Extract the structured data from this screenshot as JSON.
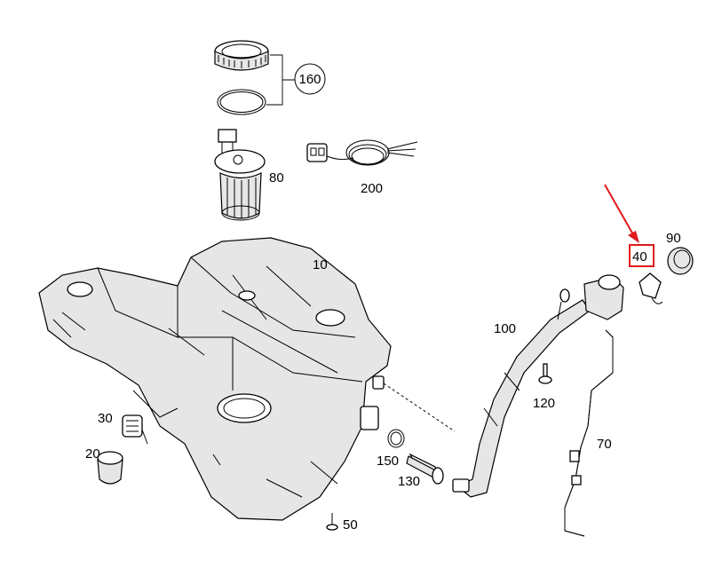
{
  "callouts": [
    {
      "id": "160",
      "text": "160"
    },
    {
      "id": "80",
      "text": "80"
    },
    {
      "id": "200",
      "text": "200"
    },
    {
      "id": "10",
      "text": "10"
    },
    {
      "id": "90",
      "text": "90"
    },
    {
      "id": "40",
      "text": "40"
    },
    {
      "id": "100",
      "text": "100"
    },
    {
      "id": "120",
      "text": "120"
    },
    {
      "id": "70",
      "text": "70"
    },
    {
      "id": "30",
      "text": "30"
    },
    {
      "id": "20",
      "text": "20"
    },
    {
      "id": "150",
      "text": "150"
    },
    {
      "id": "130",
      "text": "130"
    },
    {
      "id": "50",
      "text": "50"
    }
  ],
  "highlight": {
    "callout": "40",
    "color": "#e0191b"
  }
}
